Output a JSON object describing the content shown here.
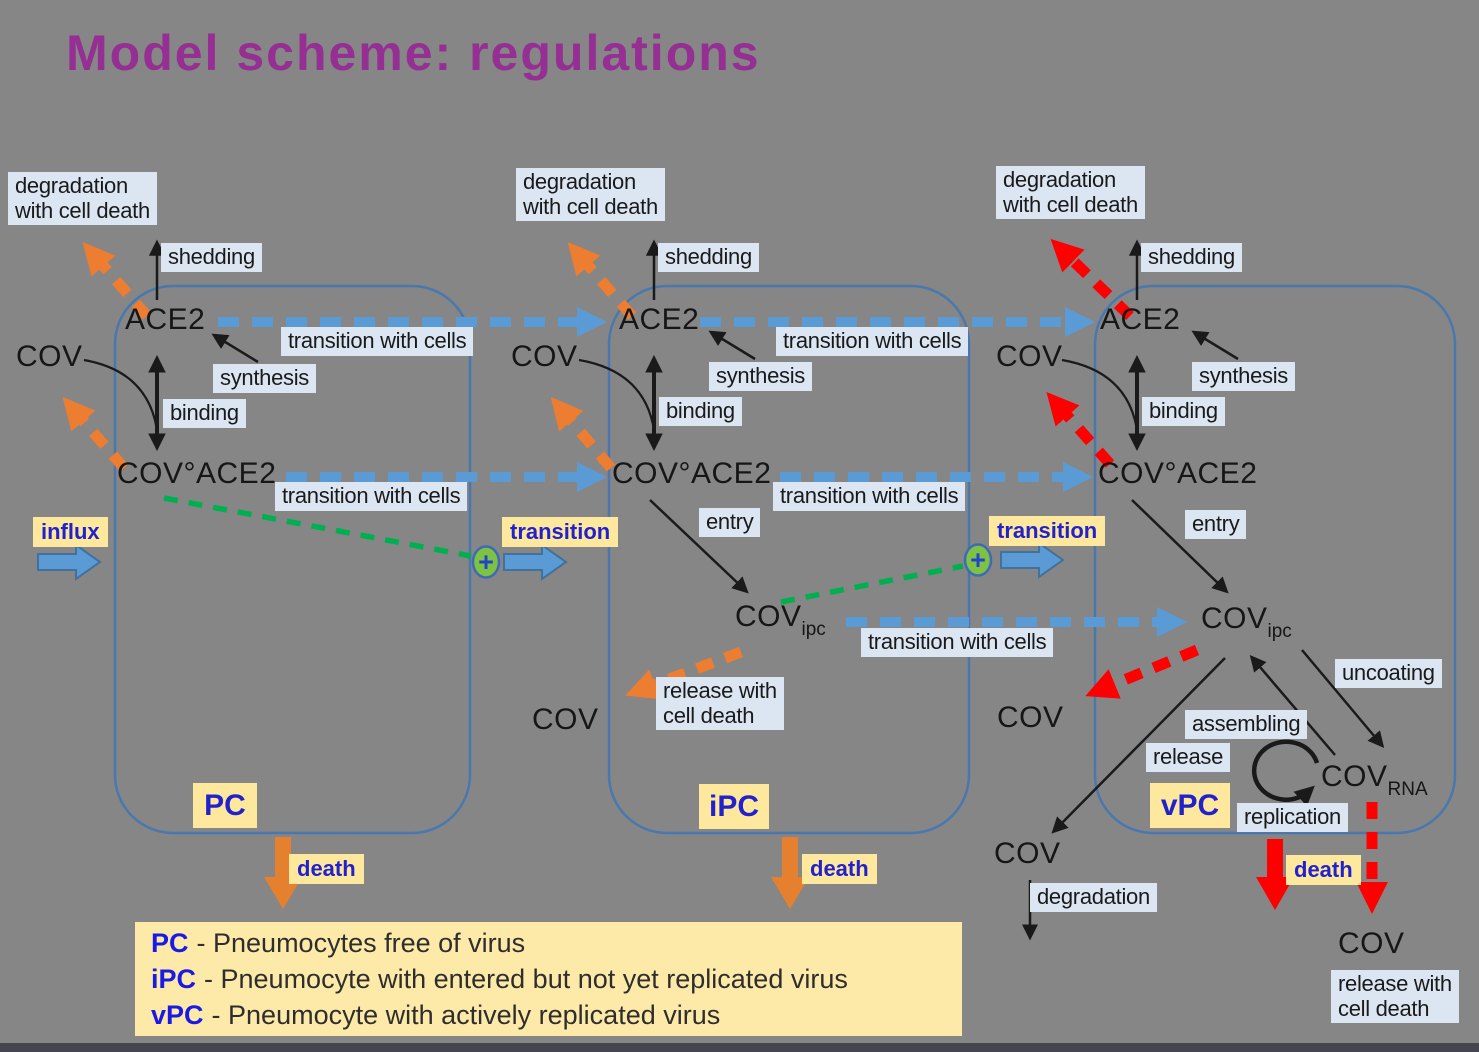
{
  "title": "Model scheme: regulations",
  "species": {
    "ace2": "ACE2",
    "cov": "COV",
    "cov_ace2": "COV°ACE2",
    "cov_sub_ipc": "ipc",
    "cov_sub_rna": "RNA"
  },
  "labels": {
    "degradation_with_cell_death_line1": "degradation",
    "degradation_with_cell_death_line2": "with cell death",
    "shedding": "shedding",
    "synthesis": "synthesis",
    "binding": "binding",
    "transition_with_cells": "transition with cells",
    "entry": "entry",
    "influx": "influx",
    "transition": "transition",
    "plus": "+",
    "death": "death",
    "release_with_cell_death_line1": "release with",
    "release_with_cell_death_line2": "cell death",
    "release": "release",
    "uncoating": "uncoating",
    "assembling": "assembling",
    "replication": "replication",
    "degradation": "degradation"
  },
  "cells": {
    "pc": "PC",
    "ipc": "iPC",
    "vpc": "vPC"
  },
  "legend": {
    "items": [
      {
        "abbr": "PC",
        "desc": "- Pneumocytes free of virus"
      },
      {
        "abbr": "iPC",
        "desc": "- Pneumocyte with entered but not yet replicated virus"
      },
      {
        "abbr": "vPC",
        "desc": "- Pneumocyte with actively replicated virus"
      }
    ]
  },
  "colors": {
    "background": "#868686",
    "title": "#952F93",
    "cell_border": "#4878AD",
    "transition_blue": "#5B9BD5",
    "orange": "#ED7D31",
    "red": "#FE0000",
    "green_regulation": "#00B050",
    "label_bg_blue": "#DCE6F2",
    "label_bg_yellow": "#FDE89E",
    "blue_text": "#2222CC"
  }
}
